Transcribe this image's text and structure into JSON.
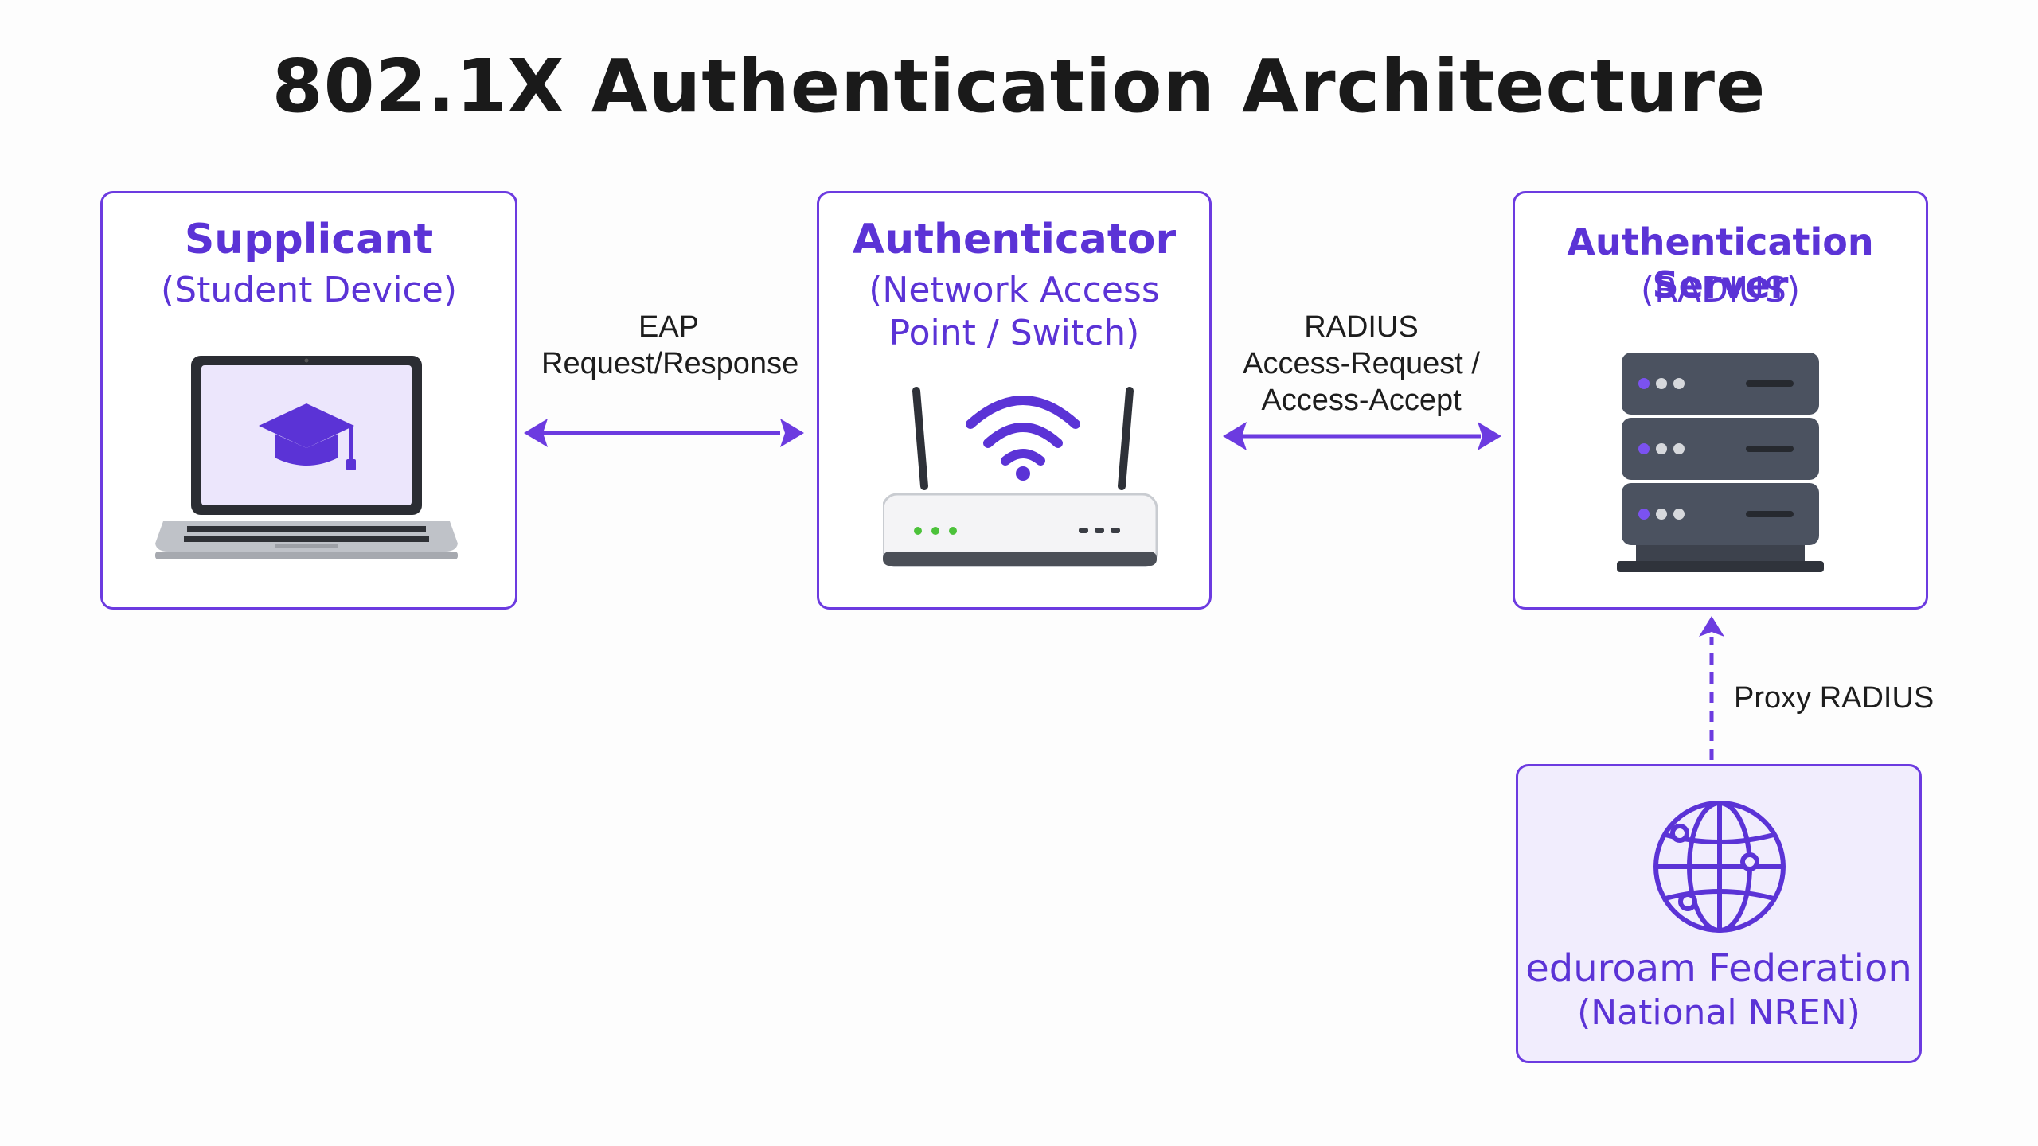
{
  "title": "802.1X Authentication Architecture",
  "colors": {
    "accent": "#6c3be0",
    "accent_text": "#5b33d6",
    "federation_fill": "#f1edfd",
    "server_dark": "#4b5260",
    "router_led": "#4cc23a"
  },
  "supplicant": {
    "title": "Supplicant",
    "subtitle": "(Student Device)",
    "icon": "laptop-graduation-cap-icon"
  },
  "authenticator": {
    "title": "Authenticator",
    "subtitle_line1": "(Network Access",
    "subtitle_line2": "Point / Switch)",
    "icon": "wifi-router-icon"
  },
  "auth_server": {
    "title": "Authentication Server",
    "subtitle": "(RADIUS)",
    "icon": "server-rack-icon"
  },
  "federation": {
    "title": "eduroam Federation",
    "subtitle": "(National NREN)",
    "icon": "globe-network-icon"
  },
  "edges": {
    "eap": {
      "line1": "EAP",
      "line2": "Request/Response"
    },
    "radius": {
      "line1": "RADIUS",
      "line2": "Access-Request /",
      "line3": "Access-Accept"
    },
    "proxy": {
      "label": "Proxy RADIUS"
    }
  }
}
